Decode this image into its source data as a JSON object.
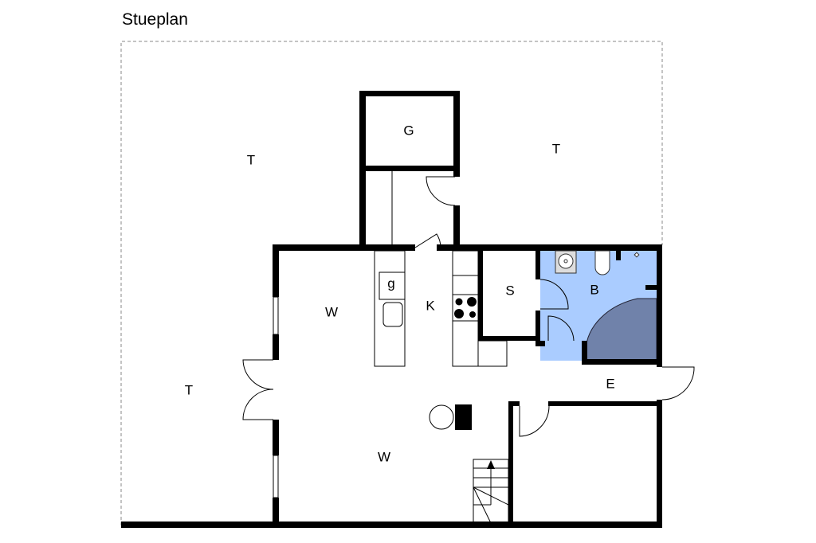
{
  "title": "Stueplan",
  "rooms": {
    "terrace_top_left": "T",
    "terrace_top_right": "T",
    "terrace_left": "T",
    "garage": "G",
    "living_upper": "W",
    "kitchen": "K",
    "kitchen_sink_label": "g",
    "storage": "S",
    "bathroom": "B",
    "entrance": "E",
    "living_lower": "W"
  },
  "colors": {
    "bathroom": "#aaccff",
    "shower": "#7082aa",
    "wall": "#000000"
  }
}
